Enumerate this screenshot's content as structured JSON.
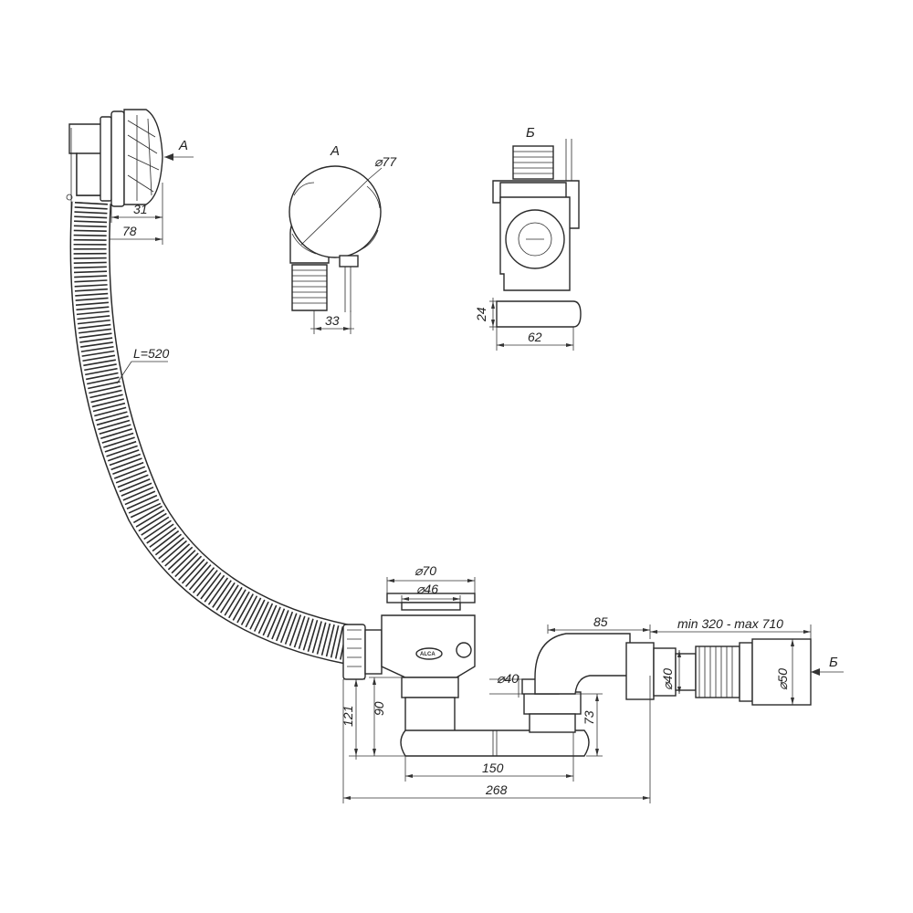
{
  "views": {
    "overflow_label": "А",
    "section_label": "Б",
    "arrow_label_a": "А",
    "arrow_label_b": "Б"
  },
  "dimensions": {
    "overflow_depth": "31",
    "overflow_width": "78",
    "hose_length": "L=520",
    "cap_diameter": "⌀77",
    "hose_offset": "33",
    "block_height": "24",
    "block_width": "62",
    "plug_outer_diameter": "⌀70",
    "plug_inner_diameter": "⌀46",
    "outlet_length": "85",
    "extension_range": "min 320 - max 710",
    "pipe_diameter": "⌀40",
    "outlet_diameter": "⌀40",
    "end_diameter": "⌀50",
    "total_height": "121",
    "body_height": "90",
    "trap_height": "73",
    "trap_width": "150",
    "total_width": "268"
  },
  "logo_text": "ALCA"
}
